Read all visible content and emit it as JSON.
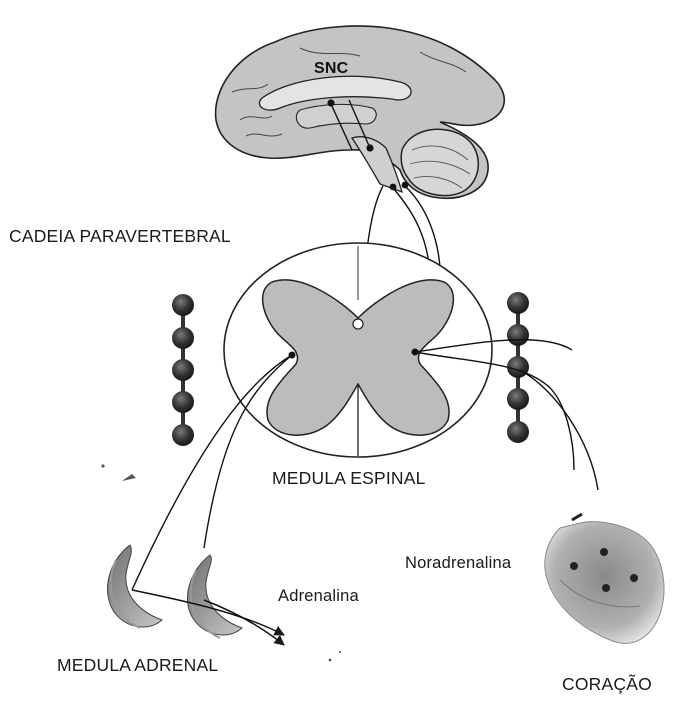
{
  "labels": {
    "snc": "SNC",
    "paravertebral_chain": "CADEIA PARAVERTEBRAL",
    "spinal_cord": "MEDULA ESPINAL",
    "adrenal_medulla": "MEDULA ADRENAL",
    "heart": "CORAÇÃO",
    "noradrenaline": "Noradrenalina",
    "adrenaline": "Adrenalina"
  },
  "colors": {
    "ink": "#1a1a1a",
    "brain_fill": "#bfbfbf",
    "grey_matter": "#b4b4b4",
    "ganglion": "#3a3a3a",
    "heart": "#9a9a9a"
  }
}
